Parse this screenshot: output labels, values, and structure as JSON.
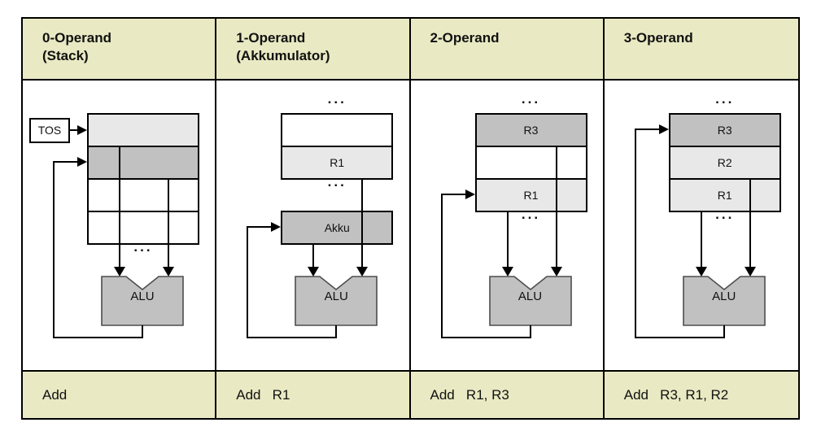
{
  "table": {
    "columns": [
      {
        "title": "0-Operand",
        "subtitle": "(Stack)",
        "instruction": "Add"
      },
      {
        "title": "1-Operand",
        "subtitle": "(Akkumulator)",
        "instruction": "Add   R1"
      },
      {
        "title": "2-Operand",
        "subtitle": "",
        "instruction": "Add   R1, R3"
      },
      {
        "title": "3-Operand",
        "subtitle": "",
        "instruction": "Add   R3, R1, R2"
      }
    ]
  },
  "diagrams": {
    "ellipsis": "...",
    "alu_label": "ALU",
    "stack": {
      "tos_label": "TOS"
    },
    "akkumulator": {
      "r1": "R1",
      "akku": "Akku"
    },
    "two_operand": {
      "r3": "R3",
      "r1": "R1"
    },
    "three_operand": {
      "r3": "R3",
      "r2": "R2",
      "r1": "R1"
    }
  },
  "colors": {
    "header_bg": "#e9e9c3",
    "cell_light": "#e8e8e8",
    "cell_dark": "#c1c1c1",
    "alu_fill": "#c1c1c1",
    "alu_border": "#4d4d4d",
    "line_color": "#000000",
    "page_bg": "#ffffff"
  }
}
